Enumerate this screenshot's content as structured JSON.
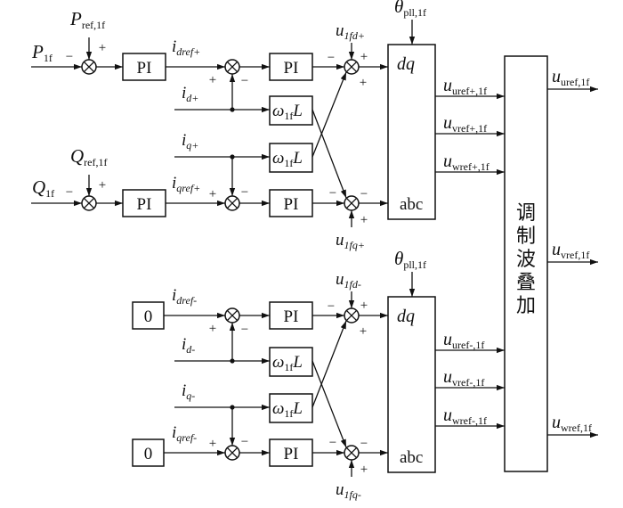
{
  "upper": {
    "p_in": "P",
    "p_in_sub": "1f",
    "p_ref": "P",
    "p_ref_sub": "ref,1f",
    "q_in": "Q",
    "q_in_sub": "1f",
    "q_ref": "Q",
    "q_ref_sub": "ref,1f",
    "pi": "PI",
    "id_ref": "i",
    "id_ref_sub": "dref+",
    "iq_ref": "i",
    "iq_ref_sub": "qref+",
    "id": "i",
    "id_sub": "d+",
    "iq": "i",
    "iq_sub": "q+",
    "wl": "ω",
    "wl_sub": "1f",
    "wl_L": "L",
    "ud": "u",
    "ud_sub": "1fd+",
    "uq": "u",
    "uq_sub": "1fq+",
    "theta": "θ",
    "theta_sub": "pll,1f",
    "dq": "dq",
    "abc": "abc",
    "out_u": "u",
    "out_u_sub": "uref+,1f",
    "out_v": "u",
    "out_v_sub": "vref+,1f",
    "out_w": "u",
    "out_w_sub": "wref+,1f"
  },
  "lower": {
    "zero": "0",
    "pi": "PI",
    "id_ref": "i",
    "id_ref_sub": "dref-",
    "iq_ref": "i",
    "iq_ref_sub": "qref-",
    "id": "i",
    "id_sub": "d-",
    "iq": "i",
    "iq_sub": "q-",
    "wl": "ω",
    "wl_sub": "1f",
    "wl_L": "L",
    "ud": "u",
    "ud_sub": "1fd-",
    "uq": "u",
    "uq_sub": "1fq-",
    "theta": "θ",
    "theta_sub": "pll,1f",
    "dq": "dq",
    "abc": "abc",
    "out_u": "u",
    "out_u_sub": "uref-,1f",
    "out_v": "u",
    "out_v_sub": "vref-,1f",
    "out_w": "u",
    "out_w_sub": "wref-,1f"
  },
  "modulation": {
    "chars": [
      "调",
      "制",
      "波",
      "叠",
      "加"
    ]
  },
  "outputs": {
    "u": "u",
    "u_sub": "uref,1f",
    "v": "u",
    "v_sub": "vref,1f",
    "w": "u",
    "w_sub": "wref,1f"
  },
  "signs": {
    "plus": "+",
    "minus": "−"
  }
}
